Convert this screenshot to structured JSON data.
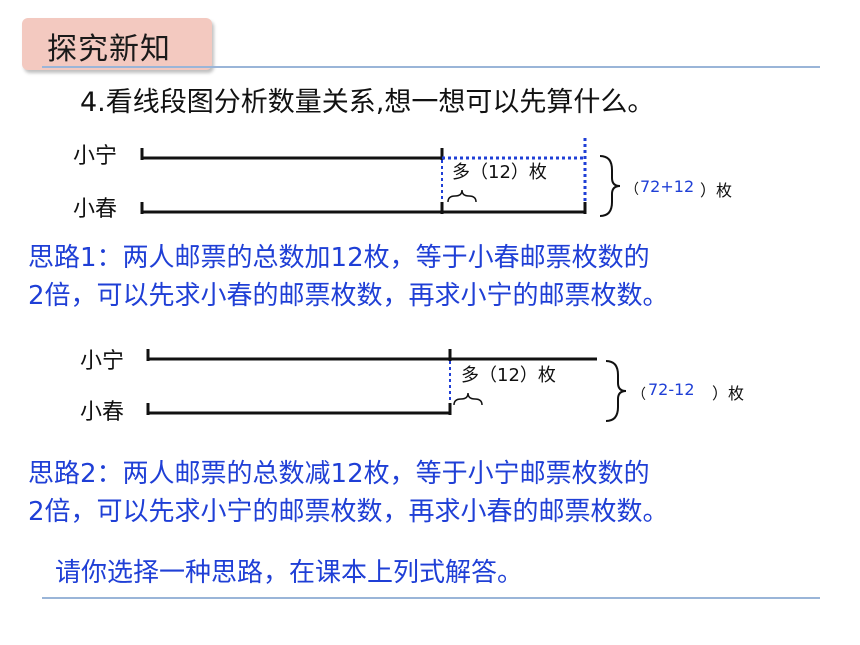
{
  "header": {
    "badge_title": "探究新知"
  },
  "question": {
    "text": "4.看线段图分析数量关系,想一想可以先算什么。"
  },
  "diagram1": {
    "label_top": "小宁",
    "label_bottom": "小春",
    "diff_label": "多（12）枚",
    "total_label_open": "（",
    "total_value": "72+12",
    "total_label_close": "）枚"
  },
  "idea1": {
    "line1": "思路1：两人邮票的总数加12枚，等于小春邮票枚数的",
    "line2": "2倍，可以先求小春的邮票枚数，再求小宁的邮票枚数。"
  },
  "diagram2": {
    "label_top": "小宁",
    "label_bottom": "小春",
    "diff_label": "多（12）枚",
    "total_label_open": "（",
    "total_value": "72-12",
    "total_label_close": "）枚"
  },
  "idea2": {
    "line1": "思路2：两人邮票的总数减12枚，等于小宁邮票枚数的",
    "line2": "2倍，可以先求小宁的邮票枚数，再求小春的邮票枚数。"
  },
  "prompt": {
    "text": "请你选择一种思路，在课本上列式解答。"
  },
  "colors": {
    "accent_blue": "#1f3fd6",
    "badge_bg": "#f3c9c0",
    "rule": "#9ab5d8"
  }
}
